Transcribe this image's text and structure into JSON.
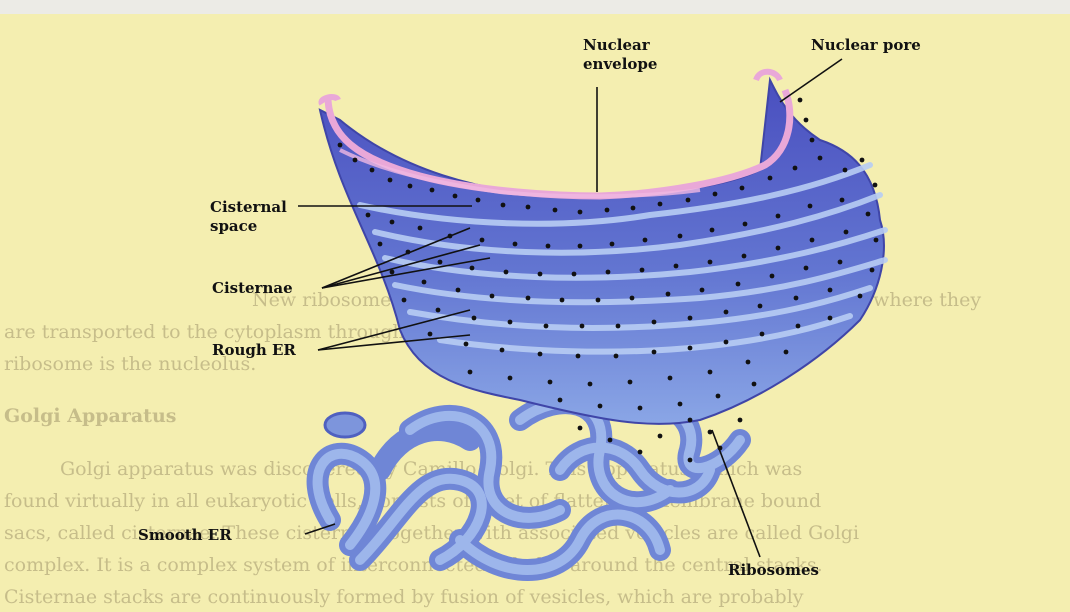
{
  "labels": {
    "nuclear_envelope_line1": "Nuclear",
    "nuclear_envelope_line2": "envelope",
    "nuclear_pore": "Nuclear pore",
    "cisternal_space_line1": "Cisternal",
    "cisternal_space_line2": "space",
    "cisternae": "Cisternae",
    "rough_er": "Rough ER",
    "smooth_er": "Smooth ER",
    "ribosomes": "Ribosomes"
  },
  "background_text": {
    "line1": "New ribosomes are formed in the nucleolus of the nucleus from where they",
    "line2": "are transported to the cytoplasm through the nuclear membrane. The factory of",
    "line3": "ribosome is the nucleolus.",
    "heading": "Golgi Apparatus",
    "para1": "Golgi apparatus was discovered by Camillo Golgi. This apparatus, which was",
    "para2": "found virtually in all eukaryotic cells, consists of a set of flattened, membrane bound",
    "para3": "sacs, called cisternae. These cisternae together with associated vesicles are called Golgi",
    "para4": "complex. It is a complex system of interconnected tubules around the central stacks.",
    "para5": "Cisternae stacks are continuously formed by fusion of vesicles, which are probably"
  },
  "colors": {
    "background": "#f4eeb0",
    "er_membrane": "#5a63c8",
    "er_light": "#9fb7ec",
    "nuclear_envelope": "#e7a6d6",
    "ribosome": "#111111"
  }
}
